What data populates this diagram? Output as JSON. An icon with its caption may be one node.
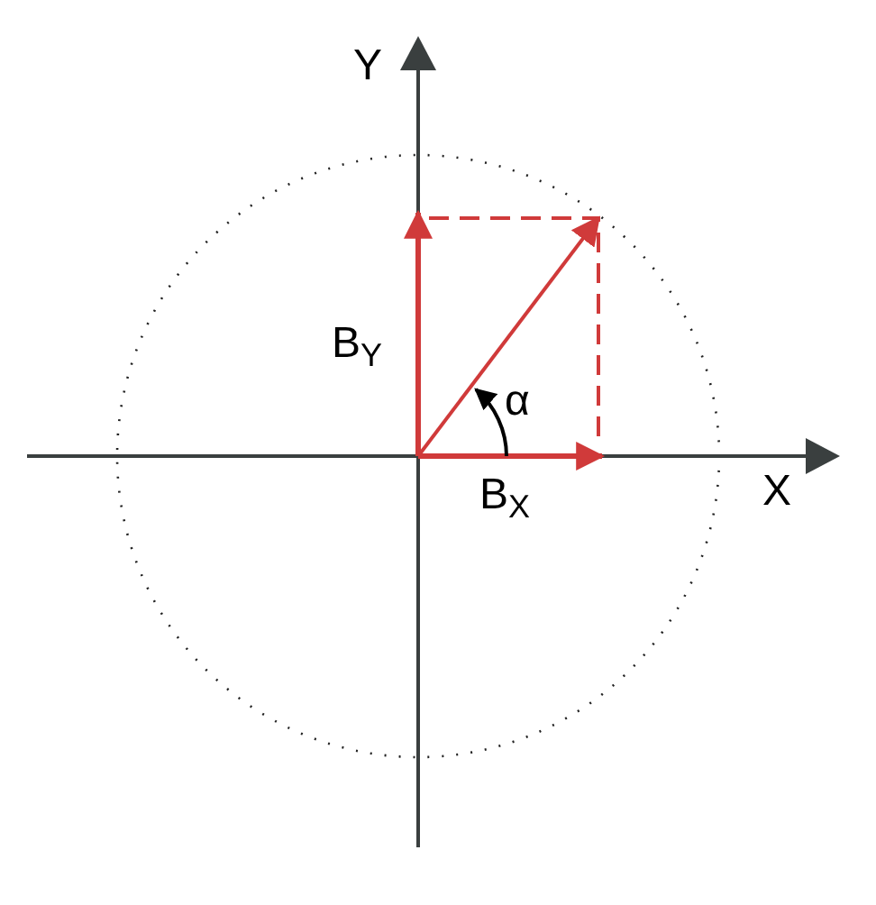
{
  "diagram": {
    "labels": [
      "Y",
      "B$_{Y}$",
      "α",
      "B$_{X}$",
      "X"
    ]
  }
}
